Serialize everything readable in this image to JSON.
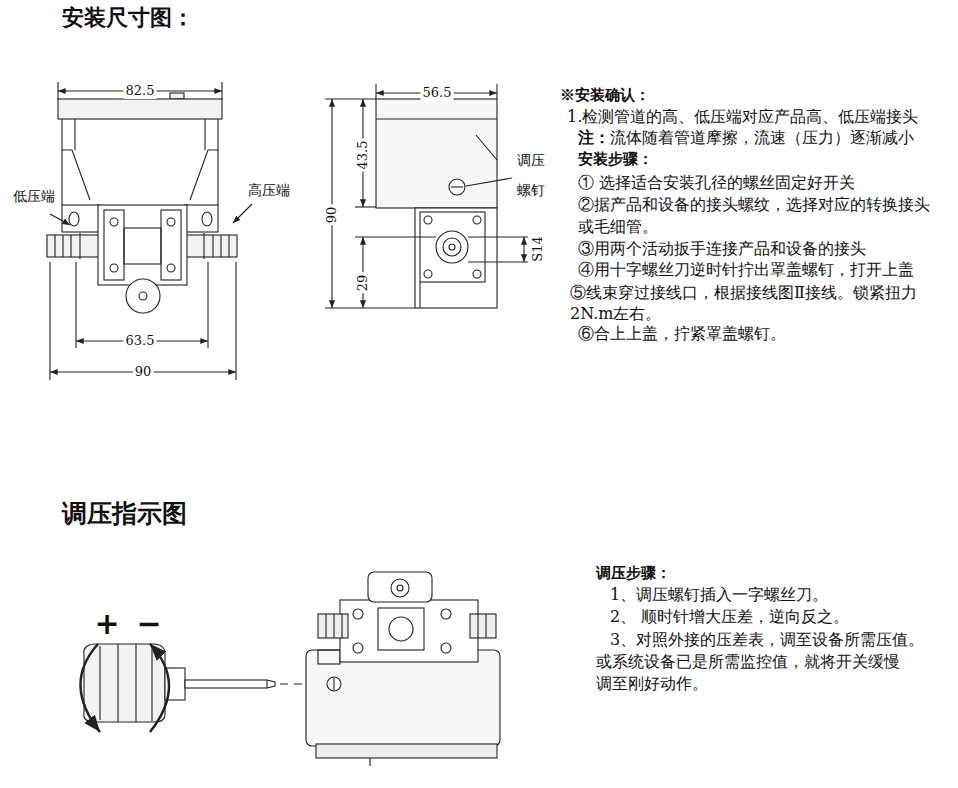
{
  "diagram": {
    "title": "安装尺寸图：",
    "labels": [
      "82.5",
      "低压端",
      "高压端",
      "63.5",
      "90",
      "56.5",
      "43.5",
      "90",
      "29",
      "S14",
      "调压 螺钉",
      "※安装确认：",
      "1.检测管道的高、低压端对应产品高、低压端接头",
      "注：",
      "流体随着管道摩擦，流速（压力）逐渐减小",
      "安装步骤：",
      "① 选择适合安装孔径的螺丝固定好开关",
      "②据产品和设备的接头螺纹，选择对应的转换接头 或毛细管。",
      "③用两个活动扳手连接产品和设备的接头",
      "④用十字螺丝刀逆时针拧出罩盖螺钉，打开上盖",
      "⑤线束穿过接线口，根据接线图Ⅱ接线。锁紧扭力 2N.m左右。",
      "⑥合上上盖，拧紧罩盖螺钉。",
      "调压指示图",
      "+",
      "−",
      "调压步骤：",
      "1、调压螺钉插入一字螺丝刀。",
      "2、 顺时针增大压差，逆向反之。",
      "3、对照外接的压差表，调至设备所需压值。 或系统设备已是所需监控值，就将开关缓慢 调至刚好动作。"
    ]
  }
}
